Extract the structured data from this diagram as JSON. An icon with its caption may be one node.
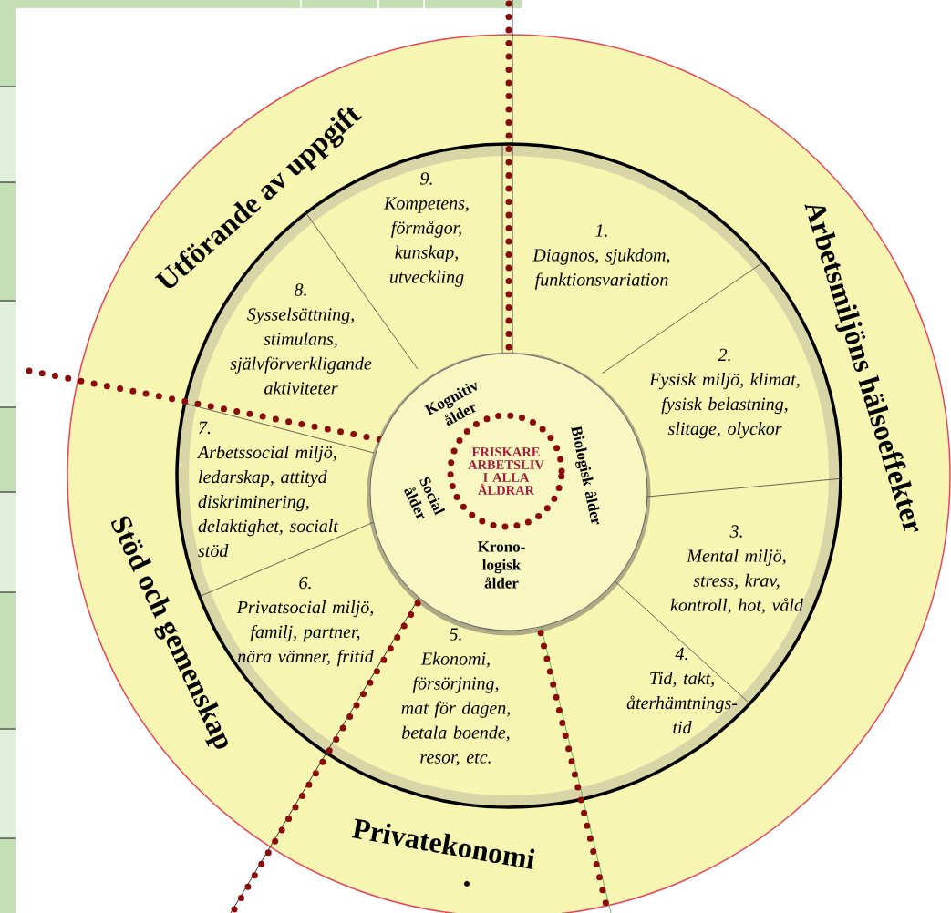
{
  "diagram": {
    "nodes": [
      {
        "text": [
          "1.",
          "Diagnos, sjukdom, funktionsvariation"
        ]
      },
      {
        "text": [
          "2.",
          "Fysisk miljö, klimat, fysisk belastning, slitage, olyckor"
        ]
      },
      {
        "text": [
          "3.",
          "Mental miljö, stress, krav, kontroll, hot, våld"
        ]
      },
      {
        "text": [
          "4.",
          "Tid, takt, återhämtnings- tid"
        ]
      },
      {
        "text": [
          "5.",
          "Ekonomi, försörjning, mat för dagen, betala boende, resor, etc."
        ]
      },
      {
        "text": [
          "6.",
          "Privatsocial miljö, familj, partner, nära vänner, fritid"
        ]
      },
      {
        "text": [
          "7.",
          "Arbetssocial miljö, ledarskap, attityd diskriminering, delaktighet, socialt stöd"
        ]
      },
      {
        "text": [
          "8.",
          "Sysselsättning, stimulans, självförverkligande aktiviteter"
        ]
      },
      {
        "text": [
          "9.",
          "Kompetens, förmågor, kunskap, utveckling"
        ]
      },
      {
        "text": [
          "Kognitiv ålder",
          "Biologisk ålder",
          "Social ålder",
          "Krono- logisk ålder"
        ]
      },
      {
        "text": [
          "FRISKARE ARBETSLIV I ALLA ÅLDRAR"
        ],
        "in": 9
      }
    ],
    "labels": [
      "Utförande av uppgift",
      "Arbetsmiljöns hälsoeffekter",
      "Stöd och gemenskap",
      "Privatekonomi"
    ]
  }
}
